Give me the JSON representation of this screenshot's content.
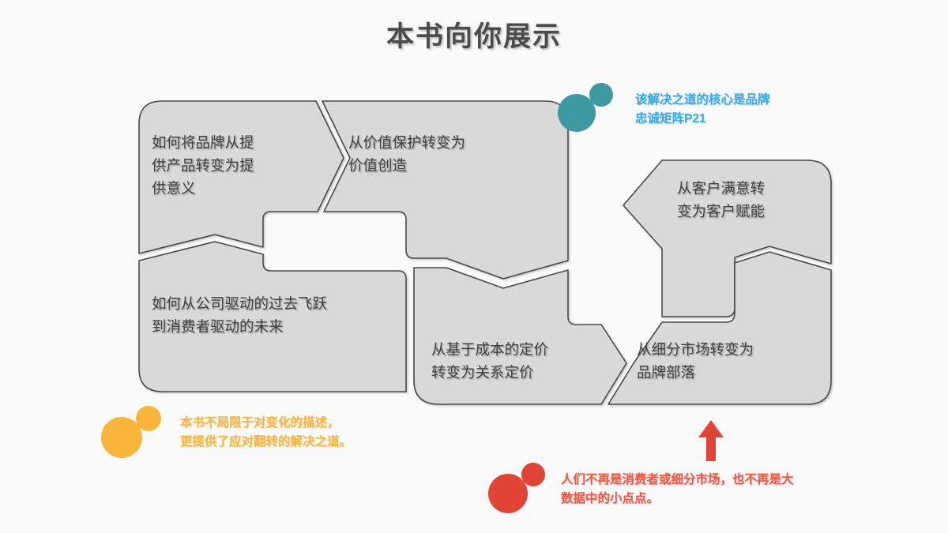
{
  "slide": {
    "title": "本书向你展示",
    "background_color": "#fafafa",
    "piece_fill": "#d9d9d9",
    "piece_stroke": "#4a4a4a"
  },
  "pieces": [
    {
      "id": "piece-brand-meaning",
      "name": "piece-brand-to-meaning",
      "text": "如何将品牌从提\n供产品转变为提\n供意义"
    },
    {
      "id": "piece-value-creation",
      "name": "piece-value-protection-to-creation",
      "text": "从价值保护转变为\n价值创造"
    },
    {
      "id": "piece-customer-driven",
      "name": "piece-company-to-consumer-driven",
      "text": "如何从公司驱动的过去飞跃\n到消费者驱动的未来"
    },
    {
      "id": "piece-relationship-pricing",
      "name": "piece-cost-to-relationship-pricing",
      "text": "从基于成本的定价\n转变为关系定价"
    },
    {
      "id": "piece-customer-empowerment",
      "name": "piece-satisfaction-to-empowerment",
      "text": "从客户满意转\n变为客户赋能"
    },
    {
      "id": "piece-brand-tribe",
      "name": "piece-segment-to-brand-tribe",
      "text": "从细分市场转变为\n品牌部落"
    }
  ],
  "callouts": [
    {
      "id": "callout-teal",
      "name": "callout-loyalty-matrix",
      "text": "该解决之道的核心是品牌\n忠诚矩阵P21",
      "marker_color": "#3d9aa3",
      "text_color": "#35a8ea"
    },
    {
      "id": "callout-orange",
      "name": "callout-book-scope",
      "text": "本书不局限于对变化的描述，\n更提供了应对翻转的解决之道。",
      "marker_color": "#f9b53a",
      "text_color": "#f9b53a"
    },
    {
      "id": "callout-red",
      "name": "callout-people-not-consumers",
      "text": "人们不再是消费者或细分市场，也不再是大\n数据中的小点点。",
      "marker_color": "#e04434",
      "text_color": "#ef5542"
    }
  ],
  "arrow": {
    "name": "up-arrow-indicator",
    "color": "#e04434",
    "direction": "up"
  }
}
